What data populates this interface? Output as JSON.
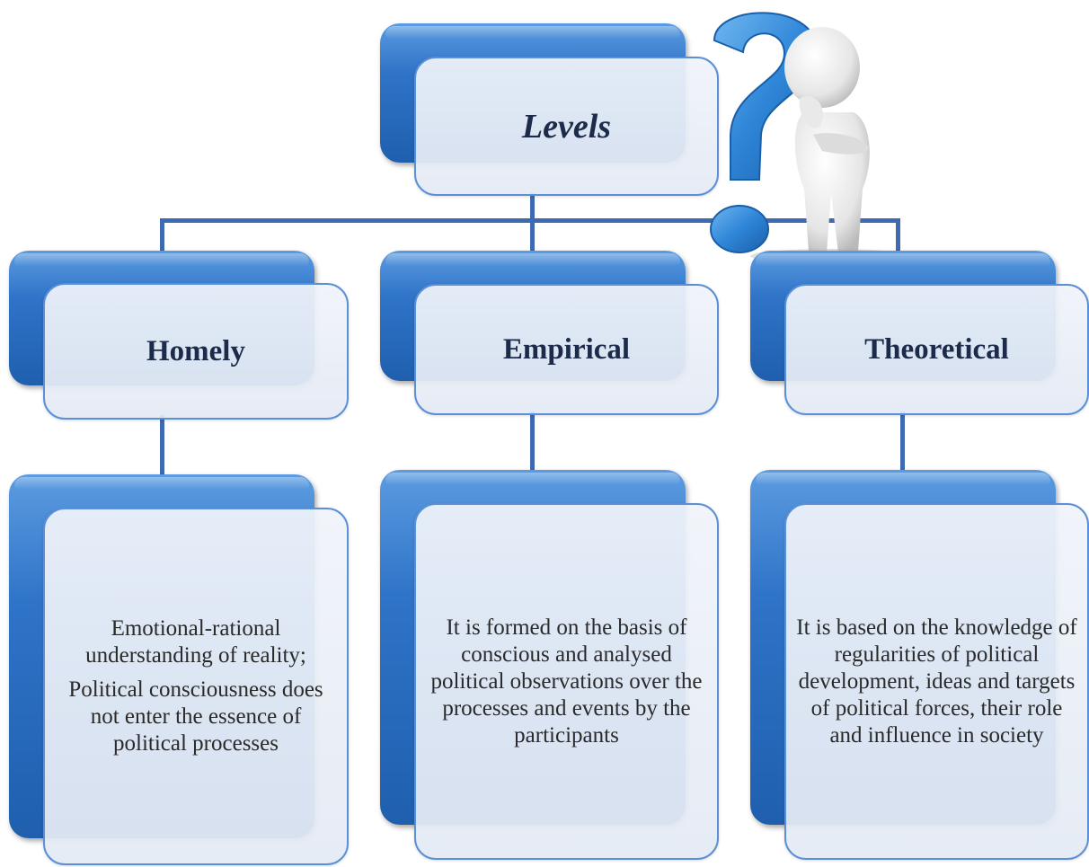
{
  "root": {
    "label": "Levels"
  },
  "levels": [
    {
      "label": "Homely",
      "description": [
        "Emotional-rational understanding of reality;",
        "Political consciousness does not enter the essence of political processes"
      ]
    },
    {
      "label": "Empirical",
      "description": [
        "It is formed on the basis of conscious and analysed political observations over the processes and  events by the participants"
      ]
    },
    {
      "label": "Theoretical",
      "description": [
        "It is based  on the knowledge of regularities of political development, ideas and targets of political forces, their role and influence in society"
      ]
    }
  ],
  "colors": {
    "plate": "#2f74c8",
    "card_border": "#5b8fd6",
    "connector": "#3d6ab0",
    "question_mark": "#2f86d8",
    "heading_text": "#1c2b4a"
  },
  "decoration": {
    "icon": "thinking-figure-question-mark"
  }
}
